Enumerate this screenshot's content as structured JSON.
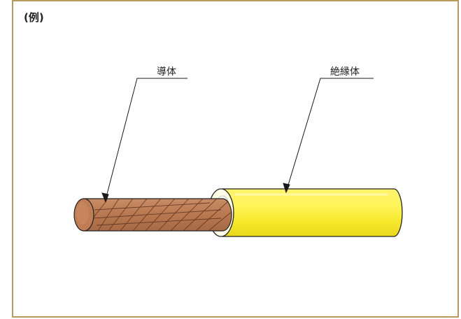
{
  "example_label": "(例)",
  "labels": {
    "conductor": "導体",
    "insulator": "絶縁体"
  },
  "colors": {
    "frame": "#b9995c",
    "conductor": "#b87752",
    "insulator": "#f8ee30",
    "leader": "#1a1a1a"
  }
}
